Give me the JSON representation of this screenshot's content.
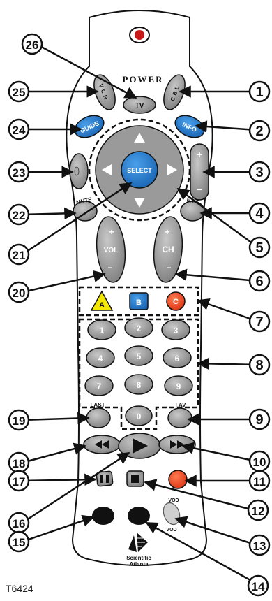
{
  "figure_code": "T6424",
  "top_label": "POWER",
  "brand": {
    "line1": "Scientific",
    "line2": "Atlanta"
  },
  "buttons": {
    "vcr": "VCR",
    "tv": "TV",
    "cbl": "CBL",
    "guide": "GUIDE",
    "info": "INFO",
    "select": "SELECT",
    "mute": "MUTE",
    "exit": "EXIT",
    "vol": "VOL",
    "ch": "CH",
    "plus": "+",
    "minus": "−",
    "a": "A",
    "b": "B",
    "c": "C",
    "digits": [
      "1",
      "2",
      "3",
      "4",
      "5",
      "6",
      "7",
      "8",
      "9",
      "0"
    ],
    "last": "LAST",
    "fav": "FAV",
    "vod_top": "VOD",
    "vod_bottom": "VOD"
  },
  "callouts": {
    "right": [
      "1",
      "2",
      "3",
      "4",
      "5",
      "6",
      "7",
      "8",
      "9",
      "10",
      "11",
      "12",
      "13",
      "14"
    ],
    "left": [
      "26",
      "25",
      "24",
      "23",
      "22",
      "21",
      "20",
      "19",
      "18",
      "17",
      "16",
      "15"
    ]
  },
  "colors": {
    "button_gray": "#8f8f8f",
    "guide_info_blue": "#1e6fc4",
    "select_blue": "#1a78c8",
    "a_yellow": "#f3e600",
    "b_blue": "#1e6fc4",
    "c_red": "#e8401c",
    "record_red": "#e8401c"
  }
}
